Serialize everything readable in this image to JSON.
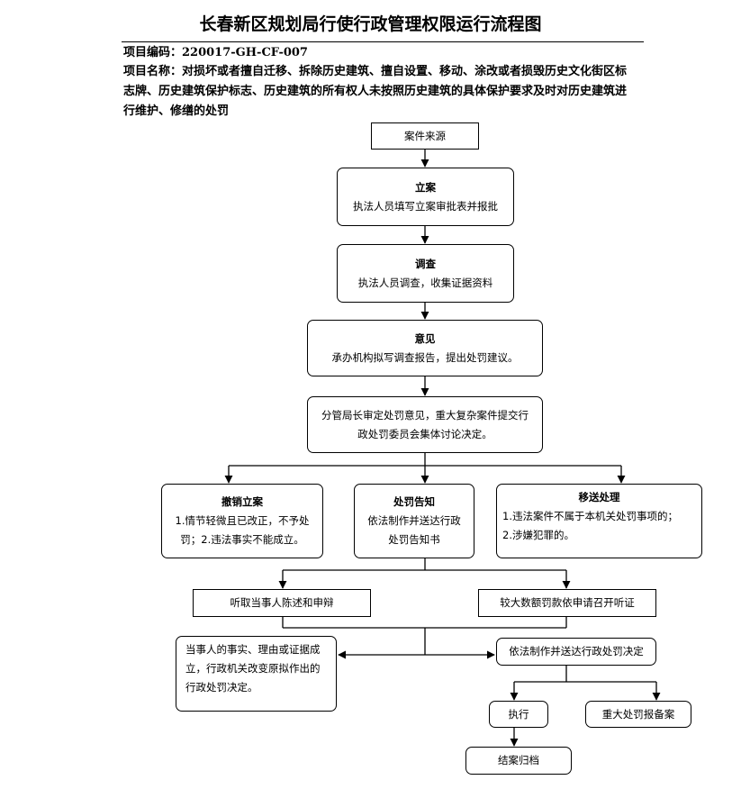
{
  "header": {
    "title": "长春新区规划局行使行政管理权限运行流程图",
    "project_code": "项目编码：220017-GH-CF-007",
    "project_name": "项目名称：对损坏或者擅自迁移、拆除历史建筑、擅自设置、移动、涂改或者损毁历史文化街区标志牌、历史建筑保护标志、历史建筑的所有权人未按照历史建筑的具体保护要求及时对历史建筑进行维护、修缮的处罚"
  },
  "nodes": {
    "source": {
      "text": "案件来源"
    },
    "filing": {
      "title": "立案",
      "text": "执法人员填写立案审批表并报批"
    },
    "investigation": {
      "title": "调查",
      "text": "执法人员调查，收集证据资料"
    },
    "opinion": {
      "title": "意见",
      "text": "承办机构拟写调查报告，提出处罚建议。"
    },
    "review": {
      "line1": "分管局长审定处罚意见，重大复杂案件提交行",
      "line2": "政处罚委员会集体讨论决定。"
    },
    "revoke": {
      "title": "撤销立案",
      "line1": "1.情节轻微且已改正，不予处",
      "line2": "罚；2.违法事实不能成立。"
    },
    "notice": {
      "title": "处罚告知",
      "line1": "依法制作并送达行政",
      "line2": "处罚告知书"
    },
    "transfer": {
      "title": "移送处理",
      "line1": "1.违法案件不属于本机关处罚事项的；",
      "line2": "2.涉嫌犯罪的。"
    },
    "statement": {
      "text": "听取当事人陈述和申辩"
    },
    "hearing": {
      "text": "较大数额罚款依申请召开听证"
    },
    "change": {
      "line1": "当事人的事实、理由或证据成",
      "line2": "立，行政机关改变原拟作出的",
      "line3": "行政处罚决定。"
    },
    "decision": {
      "text": "依法制作并送达行政处罚决定"
    },
    "execute": {
      "text": "执行"
    },
    "filing_major": {
      "text": "重大处罚报备案"
    },
    "close": {
      "text": "结案归档"
    }
  }
}
